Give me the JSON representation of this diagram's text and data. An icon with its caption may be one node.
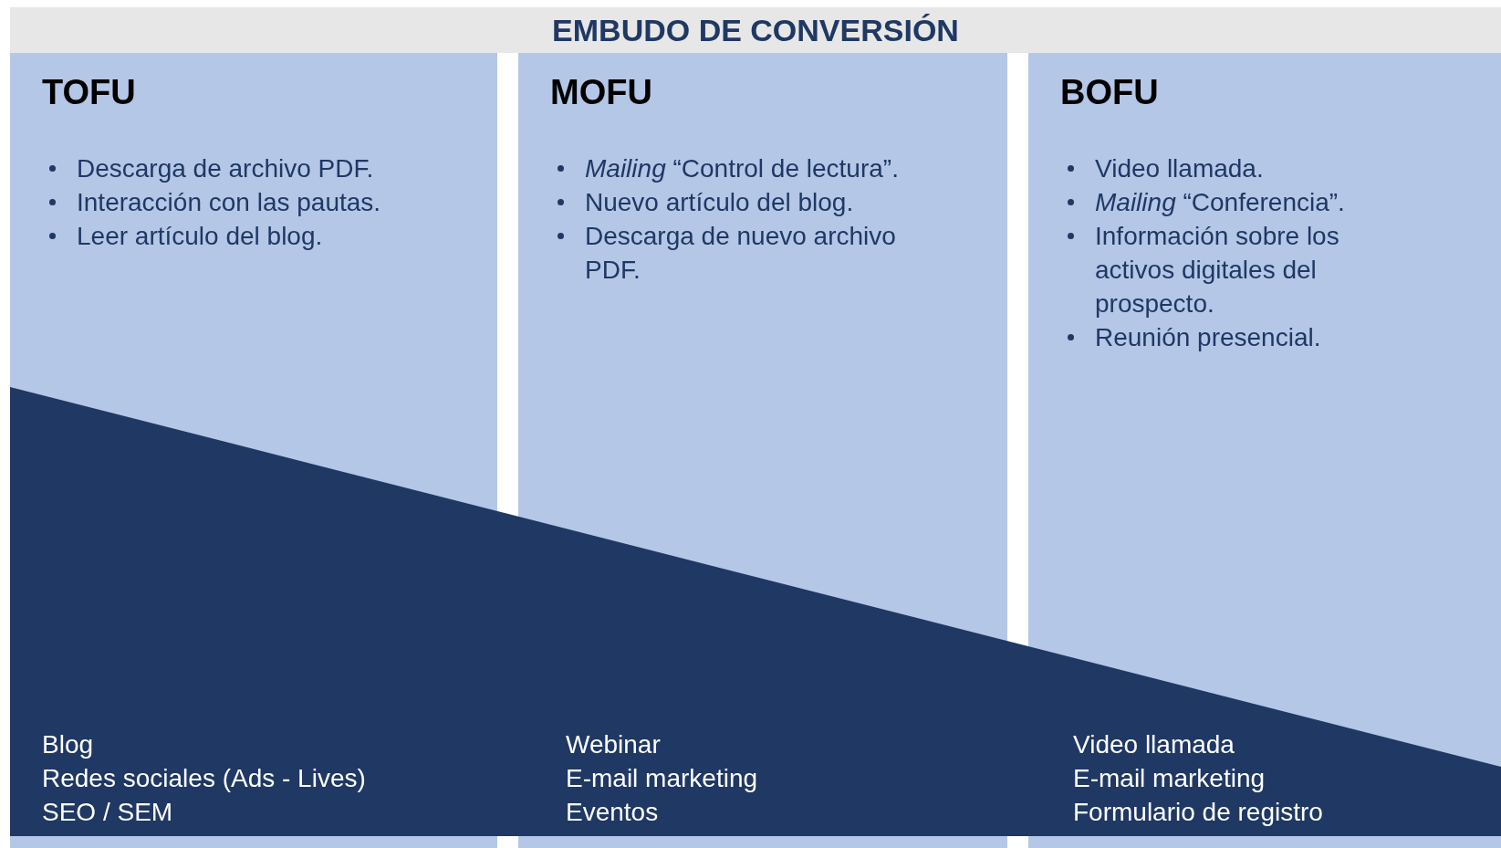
{
  "diagram": {
    "title": "EMBUDO DE CONVERSIÓN",
    "nodes": [
      {
        "text": [
          "TOFU",
          "Descarga de archivo PDF.",
          "Interacción con las pautas.",
          "Leer artículo del blog."
        ]
      },
      {
        "text": [
          "MOFU",
          "*Mailing* “Control de lectura”.",
          "Nuevo artículo del blog.",
          "Descarga de nuevo archivo PDF."
        ]
      },
      {
        "text": [
          "BOFU",
          "Video llamada.",
          "*Mailing* “Conferencia”.",
          "Información sobre los activos digitales del prospecto.",
          "Reunión presencial."
        ]
      }
    ],
    "edges": [],
    "labels": [
      "Blog",
      "Redes sociales (Ads - Lives)",
      "SEO / SEM",
      "Webinar",
      "E-mail marketing",
      "Eventos",
      "Video llamada",
      "E-mail marketing",
      "Formulario de registro"
    ]
  }
}
